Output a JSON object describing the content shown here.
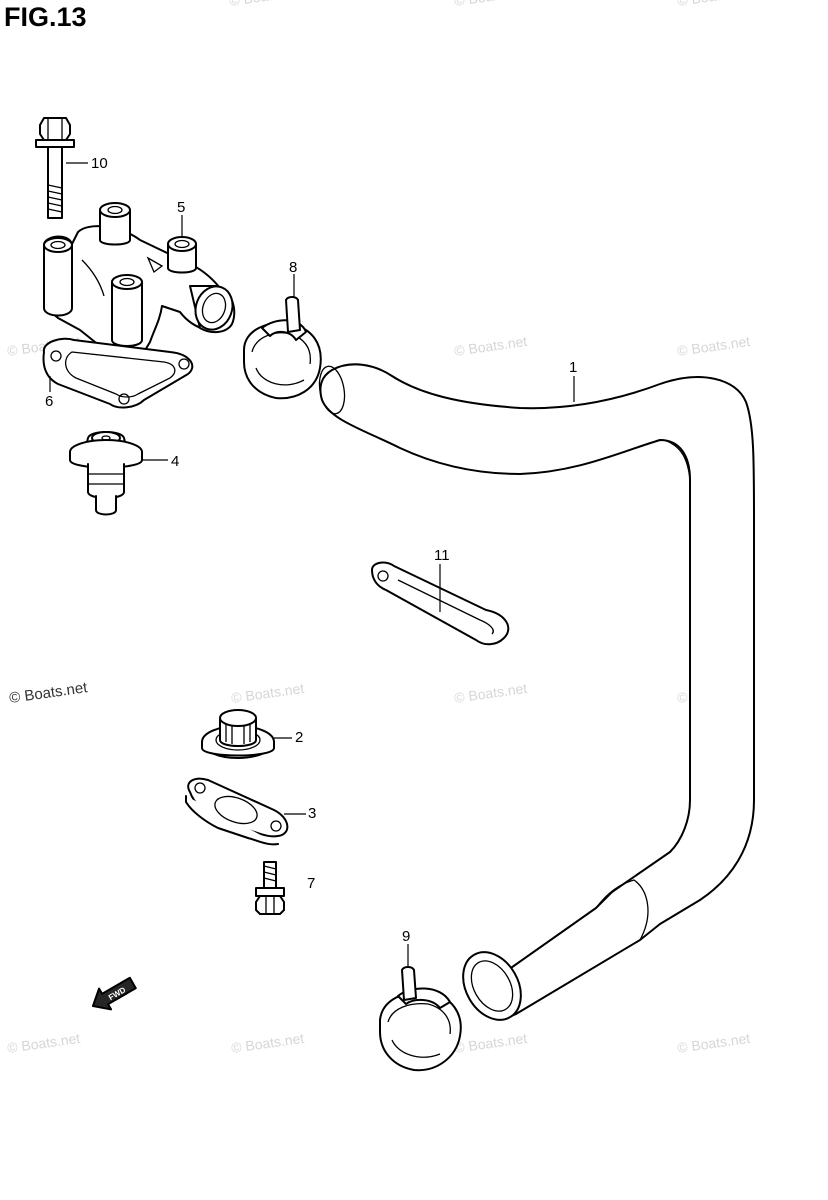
{
  "figure": {
    "title": "FIG.13"
  },
  "callouts": {
    "hose": "1",
    "cap": "2",
    "gasket_lower": "3",
    "thermostat": "4",
    "cover": "5",
    "gasket_upper": "6",
    "bolt_small": "7",
    "clamp_upper": "8",
    "clamp_lower": "9",
    "bolt_long": "10",
    "clip": "11"
  },
  "watermarks": {
    "text": "© Boats.net",
    "prominent": "© Boats.net"
  },
  "direction_label": "FWD"
}
